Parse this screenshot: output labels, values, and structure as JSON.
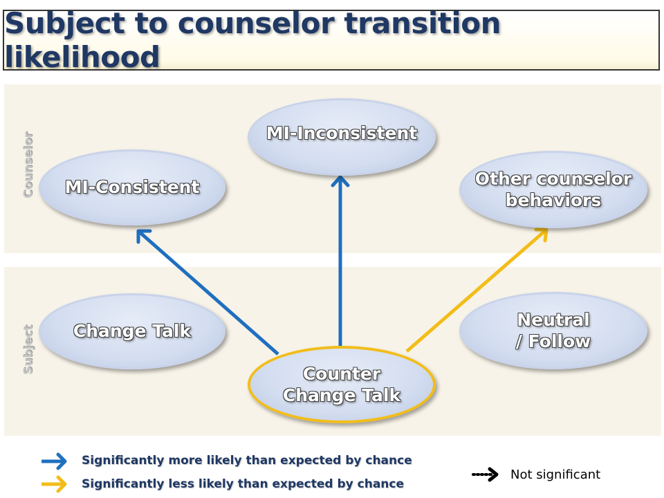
{
  "title": "Subject to counselor transition likelihood",
  "bands": {
    "counselor_label": "Counselor",
    "subject_label": "Subject"
  },
  "nodes": {
    "mi_consistent": "MI-Consistent",
    "mi_inconsistent": "MI-Inconsistent",
    "other_counselor": [
      "Other counselor",
      "behaviors"
    ],
    "change_talk": "Change Talk",
    "neutral_follow": [
      "Neutral",
      "/ Follow"
    ],
    "counter_change_talk": [
      "Counter",
      "Change Talk"
    ]
  },
  "legend": {
    "more_likely": "Significantly more likely than expected by chance",
    "less_likely": "Significantly less likely than expected by chance",
    "not_significant": "Not significant"
  },
  "colors": {
    "more_likely": "#1f6fbf",
    "less_likely": "#f2bd1a",
    "title": "#1f3864"
  }
}
